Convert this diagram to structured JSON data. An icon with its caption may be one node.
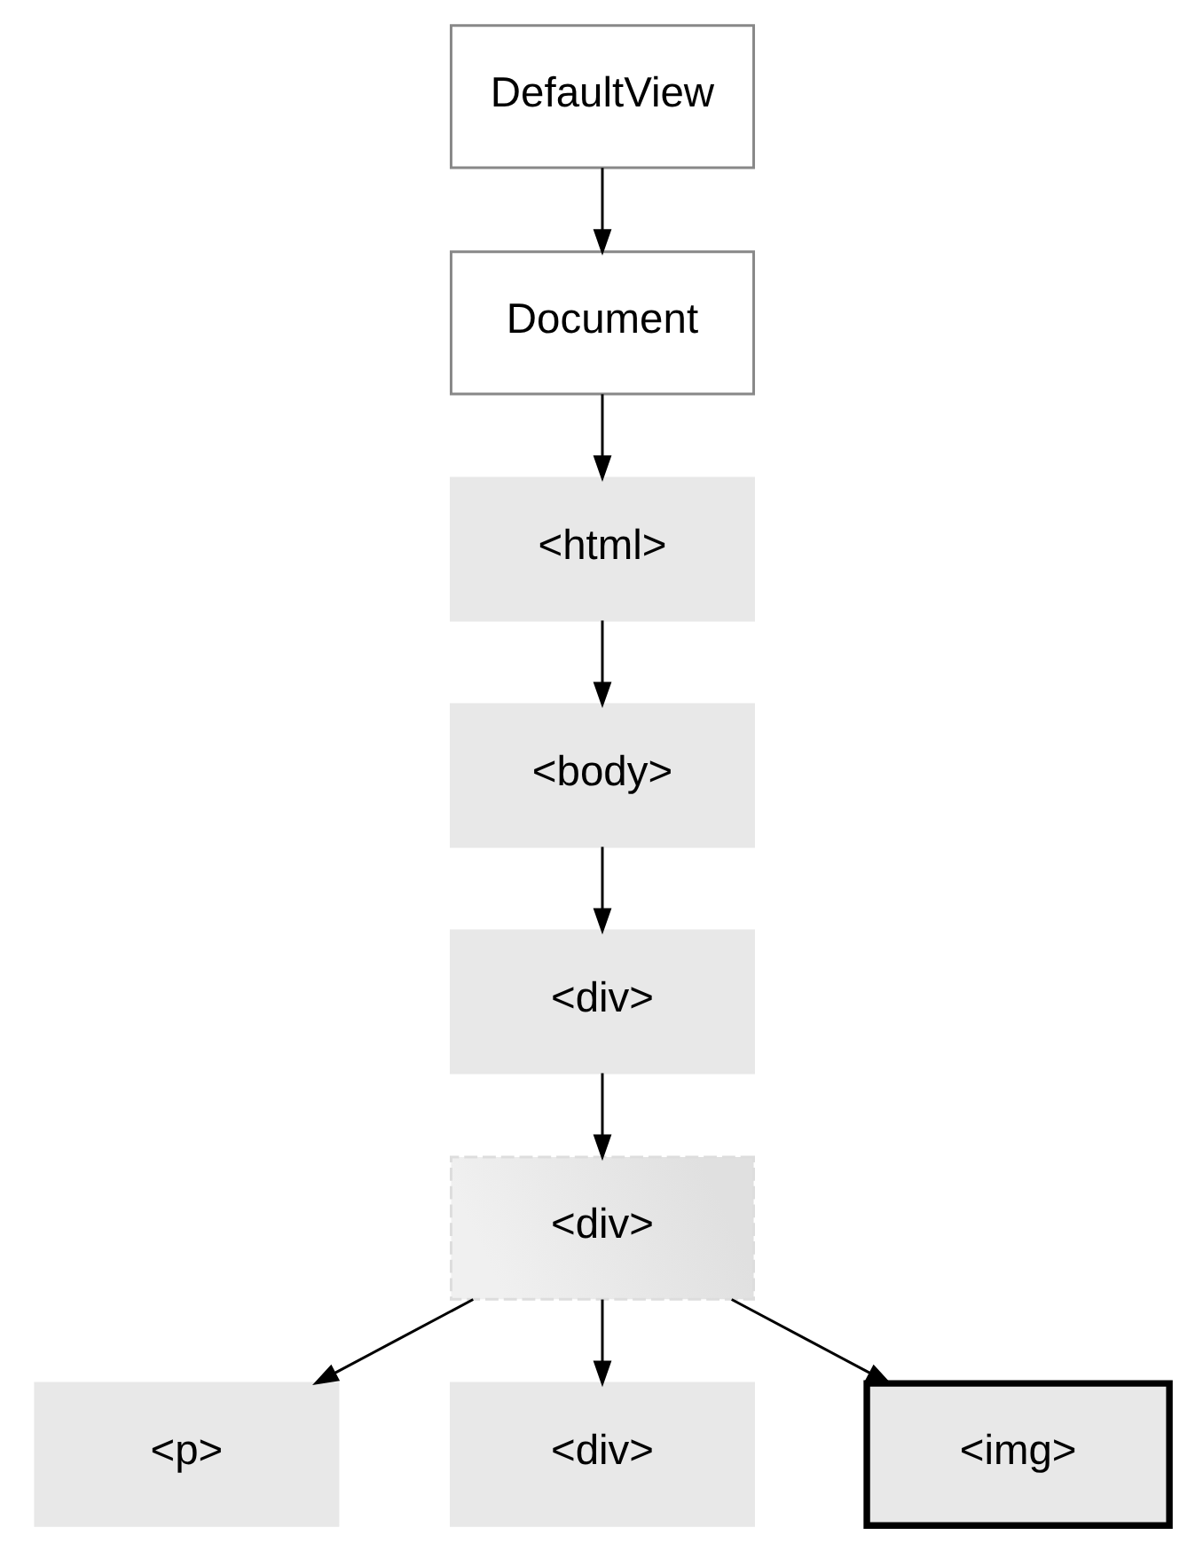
{
  "diagram": {
    "nodes": [
      {
        "text": [
          "DefaultView"
        ]
      },
      {
        "text": [
          "Document"
        ]
      },
      {
        "text": [
          "<html>"
        ]
      },
      {
        "text": [
          "<body>"
        ]
      },
      {
        "text": [
          "<div>"
        ]
      },
      {
        "text": [
          "<div>"
        ]
      },
      {
        "text": [
          "<p>"
        ]
      },
      {
        "text": [
          "<div>"
        ]
      },
      {
        "text": [
          "<img>"
        ]
      }
    ],
    "edges": [
      {
        "from": 0,
        "to": 1,
        "arrow": "to"
      },
      {
        "from": 1,
        "to": 2,
        "arrow": "to"
      },
      {
        "from": 2,
        "to": 3,
        "arrow": "to"
      },
      {
        "from": 3,
        "to": 4,
        "arrow": "to"
      },
      {
        "from": 4,
        "to": 5,
        "arrow": "to"
      },
      {
        "from": 5,
        "to": 6,
        "arrow": "to"
      },
      {
        "from": 5,
        "to": 7,
        "arrow": "to"
      },
      {
        "from": 5,
        "to": 8,
        "arrow": "to"
      }
    ]
  }
}
